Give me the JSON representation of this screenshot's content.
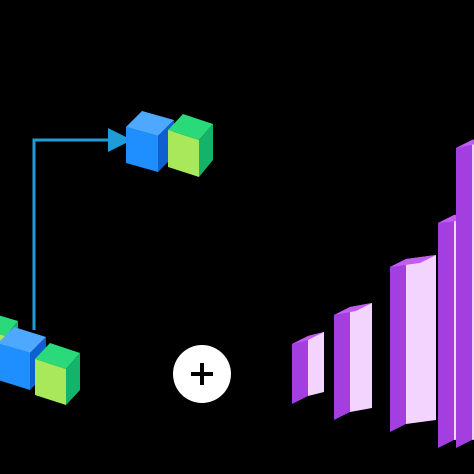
{
  "canvas": {
    "background": "#000000"
  },
  "colors": {
    "arrow": "#1f9bd8",
    "cube_blue": {
      "top": "#4fa8ff",
      "front": "#1f8fff",
      "side": "#0e5fd0"
    },
    "cube_green": {
      "top": "#2ad97a",
      "front": "#a8e85a",
      "side": "#14b36a"
    },
    "bar": {
      "front": "#f3d4ff",
      "top": "#c35cf2",
      "side": "#a33fe0"
    },
    "plus_circle": "#ffffff",
    "plus_sign": "#000000"
  },
  "diagram": {
    "arrow_icon": "arrow-up-right-elbow",
    "combine_symbol": "+",
    "bars_relative_heights": [
      0.2,
      0.35,
      0.55,
      0.75,
      1.0
    ]
  }
}
